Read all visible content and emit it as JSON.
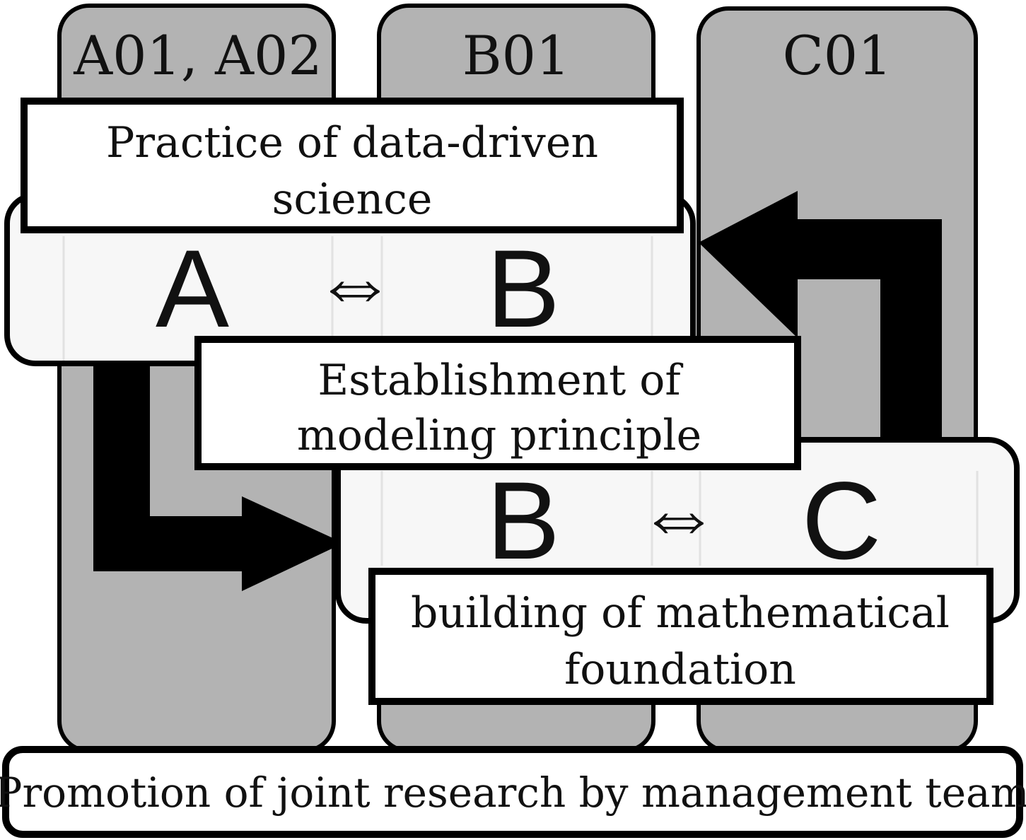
{
  "columns": [
    {
      "label": "A01, A02"
    },
    {
      "label": "B01"
    },
    {
      "label": "C01"
    }
  ],
  "boxes": {
    "practice": {
      "line1": "Practice of data-driven",
      "line2": "science"
    },
    "establishment": {
      "line1": "Establishment of",
      "line2": "modeling principle"
    },
    "building": {
      "line1": "building of mathematical",
      "line2": "foundation"
    }
  },
  "relations": {
    "ab": {
      "left": "A",
      "symbol": "⇔",
      "right": "B"
    },
    "bc": {
      "left": "B",
      "symbol": "⇔",
      "right": "C"
    }
  },
  "footer": {
    "text": "Promotion of joint research by management team"
  },
  "colors": {
    "column_fill": "#b3b3b3",
    "stroke": "#000000",
    "panel_fill": "#f7f7f7",
    "box_fill": "#ffffff"
  }
}
